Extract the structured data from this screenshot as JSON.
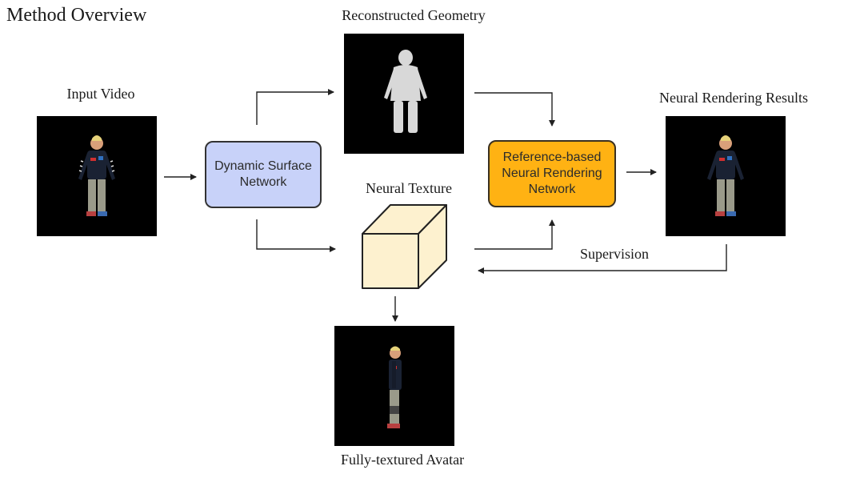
{
  "title": "Method Overview",
  "labels": {
    "input_video": "Input Video",
    "reconstructed_geometry": "Reconstructed Geometry",
    "neural_rendering_results": "Neural Rendering Results",
    "neural_texture": "Neural Texture",
    "supervision": "Supervision",
    "fully_textured_avatar": "Fully-textured Avatar"
  },
  "boxes": {
    "dynamic_surface_network": {
      "line1": "Dynamic Surface",
      "line2": "Network"
    },
    "reference_rendering": {
      "line1": "Reference-based",
      "line2": "Neural Rendering",
      "line3": "Network"
    }
  },
  "colors": {
    "dynamic_surface_fill": "#c8d2f9",
    "reference_rendering_fill": "#ffb213",
    "cube_fill": "#fdf1cf",
    "panel_background": "#000000"
  }
}
